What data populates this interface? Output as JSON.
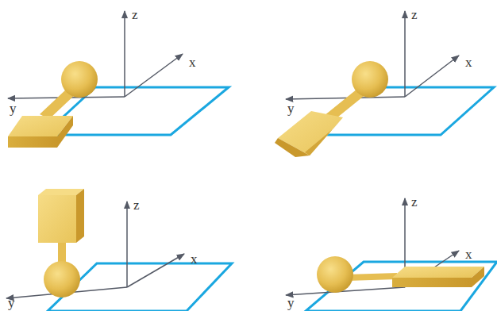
{
  "diagram": {
    "labels": [
      "z",
      "x",
      "y",
      "z",
      "x",
      "y",
      "z",
      "x",
      "y",
      "z",
      "x",
      "y"
    ]
  }
}
